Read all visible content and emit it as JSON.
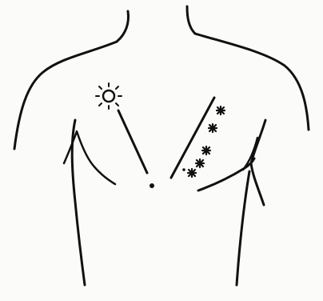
{
  "colors": {
    "paper": "#fbfbf9",
    "ink": "#111111"
  },
  "figure": {
    "subject": "chest-outline",
    "markers": {
      "sun_symbol_count": 1,
      "asterisk_count": 5,
      "small_dot_count": 2
    }
  }
}
